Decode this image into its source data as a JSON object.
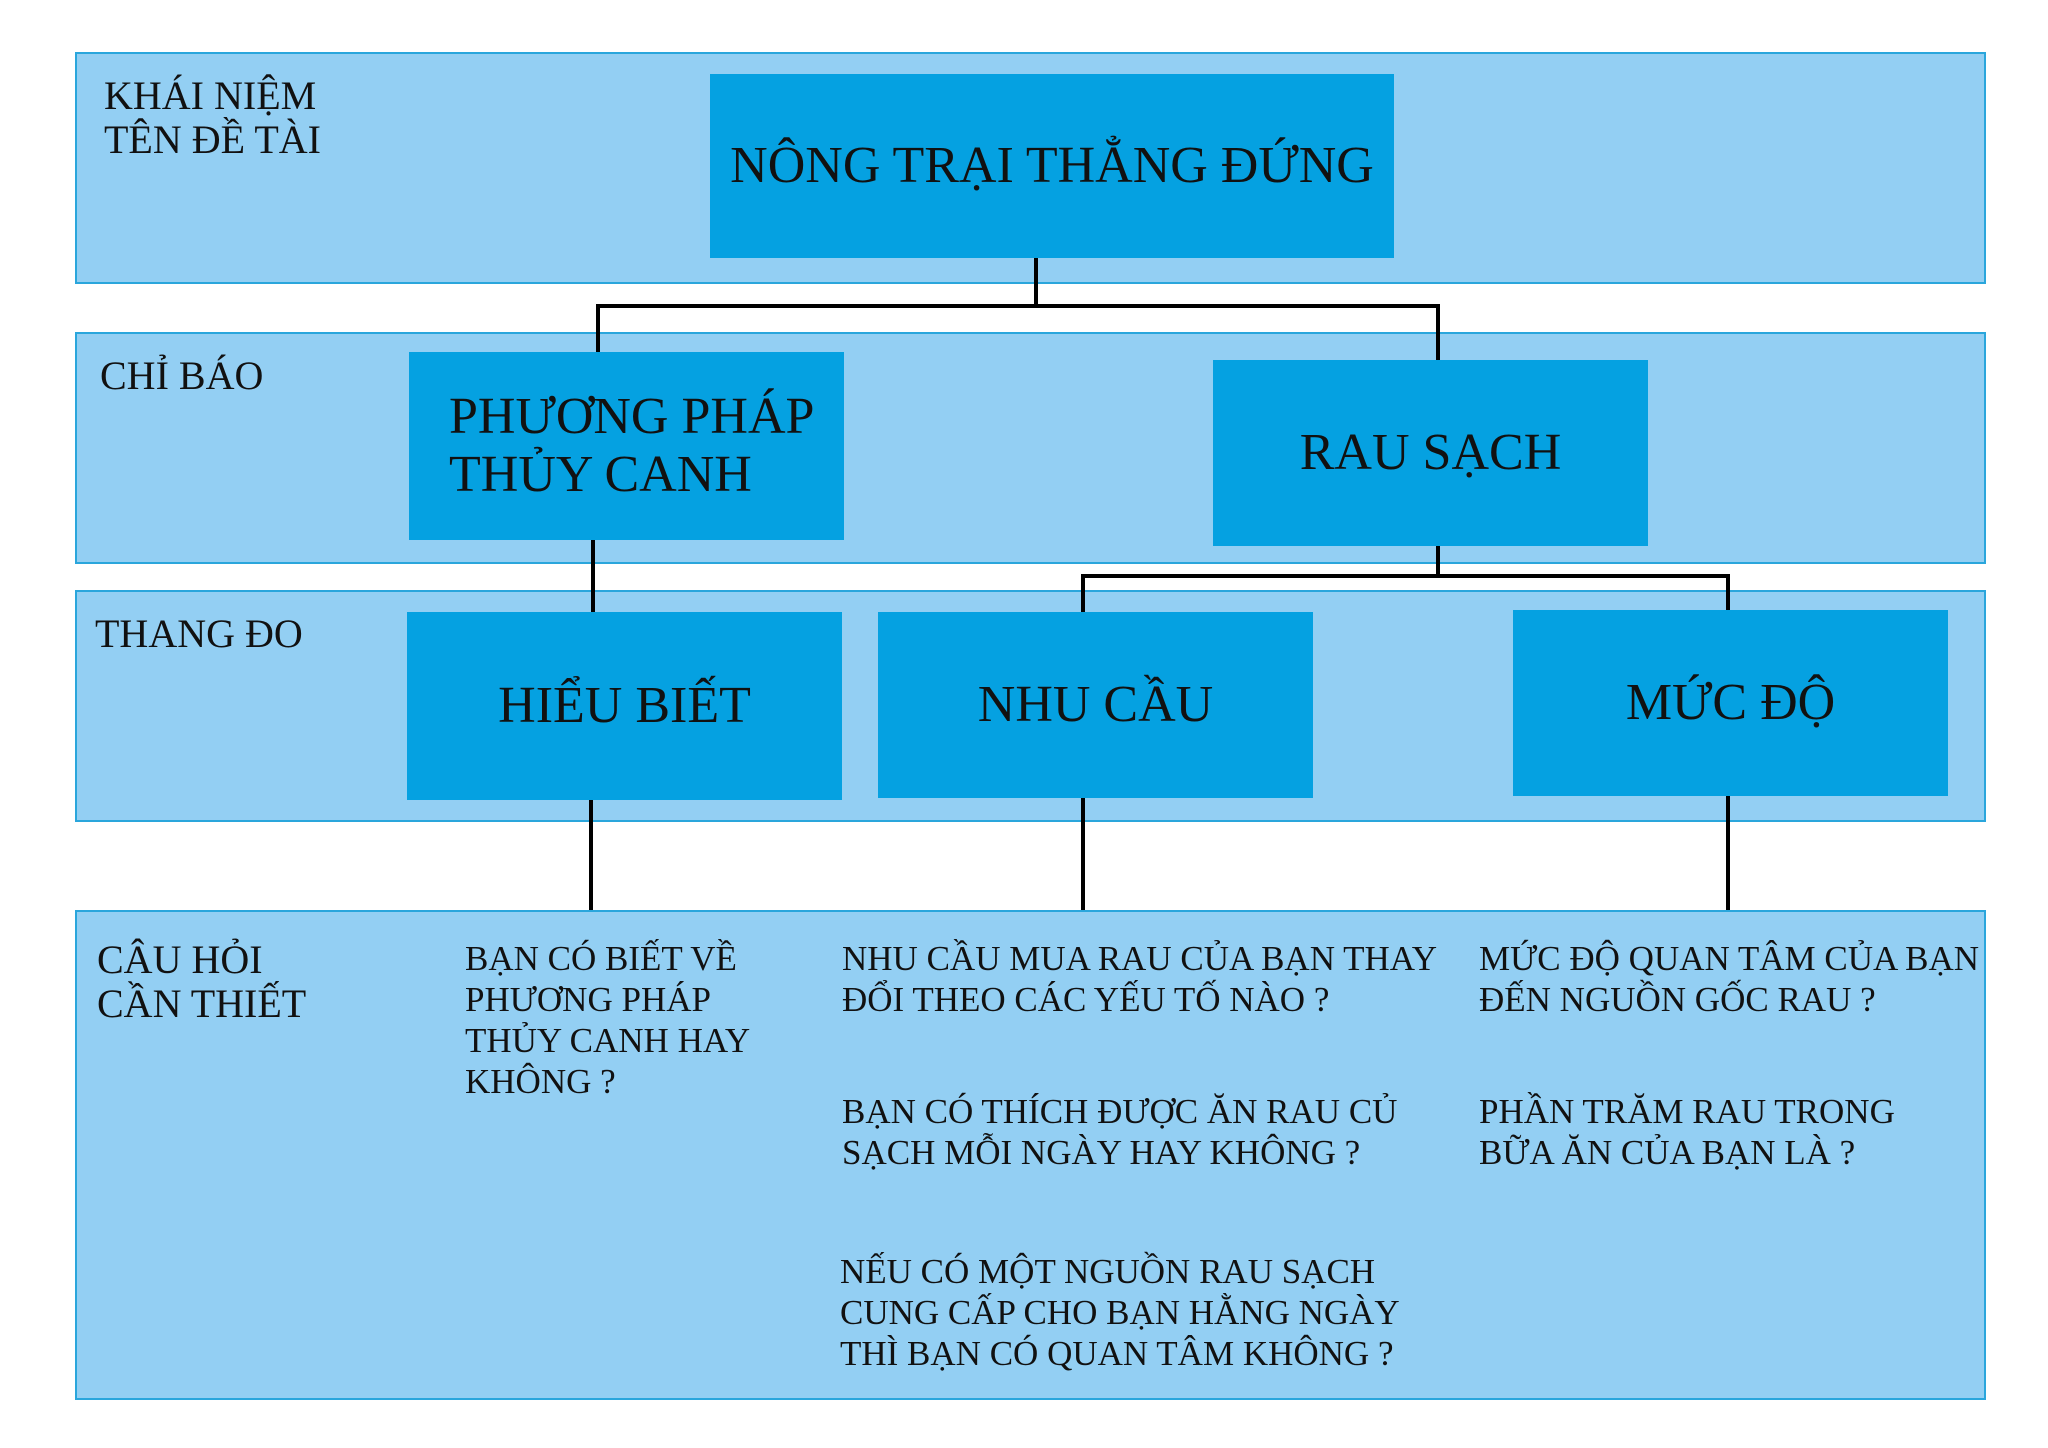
{
  "colors": {
    "band_fill": "#93cff3",
    "band_border": "#2aa6dc",
    "node_fill": "#05a1e1",
    "connector": "#000000"
  },
  "bands": {
    "concept": "KHÁI NIỆM\nTÊN ĐỀ TÀI",
    "indicator": "CHỈ BÁO",
    "scale": "THANG ĐO",
    "questions": "CÂU HỎI\nCẦN THIẾT"
  },
  "nodes": {
    "root": "NÔNG TRẠI THẲNG ĐỨNG",
    "hydroponics": "PHƯƠNG PHÁP\nTHỦY CANH",
    "clean_veg": "RAU SẠCH",
    "knowledge": "HIỂU BIẾT",
    "demand": "NHU CẦU",
    "level": "MỨC ĐỘ"
  },
  "questions": {
    "knowledge": [
      "BẠN CÓ BIẾT VỀ\nPHƯƠNG PHÁP\nTHỦY CANH HAY\nKHÔNG ?"
    ],
    "demand": [
      "NHU CẦU MUA RAU CỦA BẠN THAY\nĐỔI THEO CÁC YẾU TỐ NÀO ?",
      "BẠN CÓ THÍCH ĐƯỢC ĂN RAU CỦ\nSẠCH MỖI NGÀY HAY KHÔNG ?",
      "NẾU CÓ MỘT NGUỒN RAU SẠCH\nCUNG CẤP CHO BẠN HẰNG NGÀY\nTHÌ BẠN CÓ QUAN TÂM KHÔNG ?"
    ],
    "level": [
      "MỨC ĐỘ QUAN TÂM CỦA BẠN\nĐẾN NGUỒN GỐC RAU ?",
      "PHẦN TRĂM RAU TRONG\nBỮA ĂN CỦA BẠN LÀ ?"
    ]
  }
}
